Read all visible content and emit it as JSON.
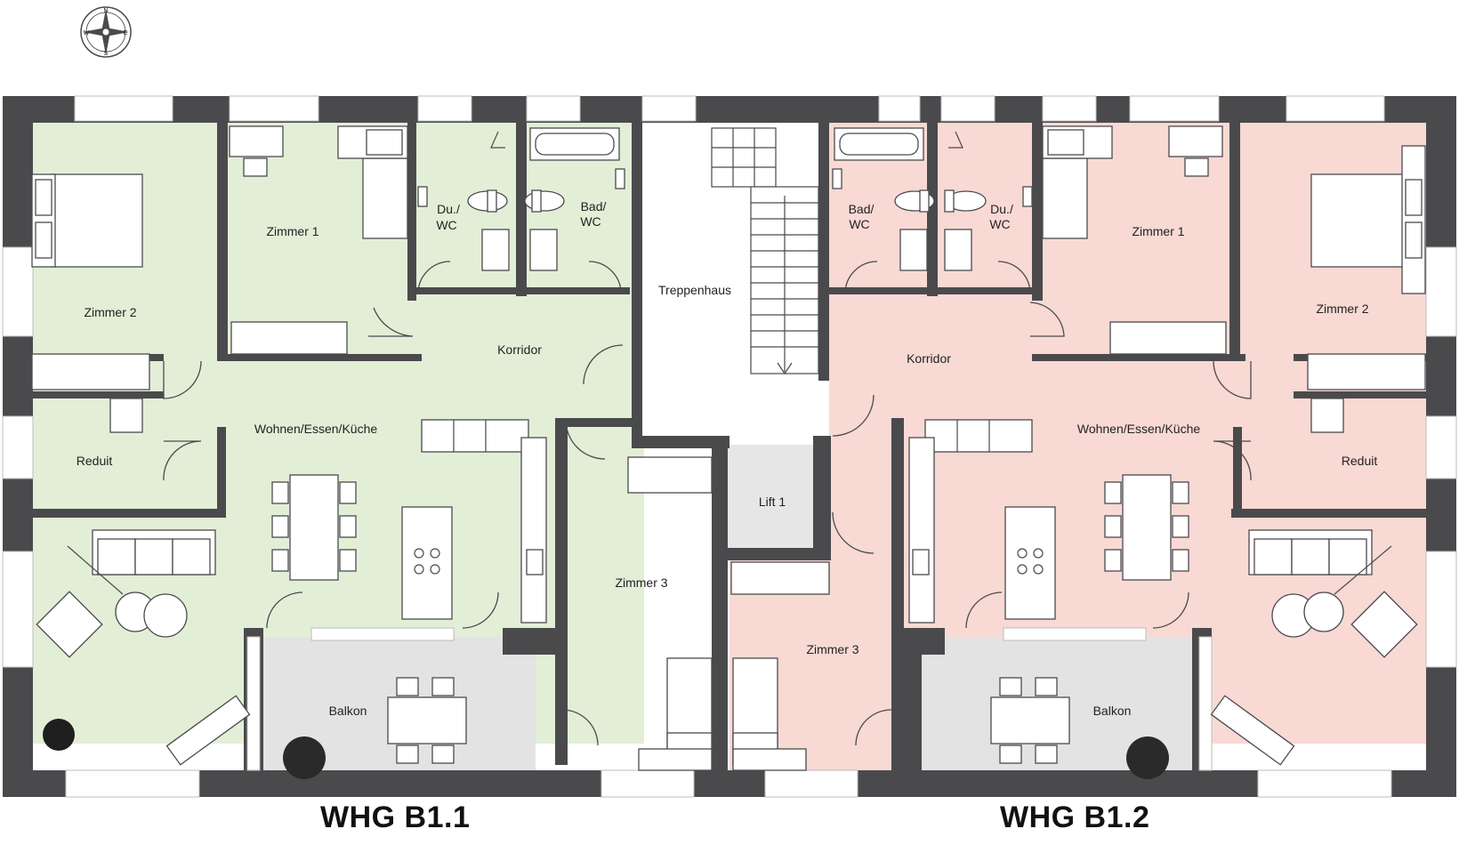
{
  "units": [
    {
      "title": "WHG B1.1",
      "color": "#e3eed7"
    },
    {
      "title": "WHG B1.2",
      "color": "#f8d9d4"
    }
  ],
  "colors": {
    "common": "#ffffff",
    "balcony": "#e3e3e3",
    "lift": "#e6e6e6",
    "wall": "#4a4a4d"
  },
  "rooms_left": {
    "zimmer2": "Zimmer 2",
    "zimmer1": "Zimmer 1",
    "duwc": [
      "Du./",
      "WC"
    ],
    "badwc": [
      "Bad/",
      "WC"
    ],
    "korridor": "Korridor",
    "wohnen": "Wohnen/Essen/Küche",
    "reduit": "Reduit",
    "balkon": "Balkon",
    "zimmer3": "Zimmer 3"
  },
  "rooms_common": {
    "treppenhaus": "Treppenhaus",
    "lift": "Lift 1"
  },
  "rooms_right": {
    "badwc": [
      "Bad/",
      "WC"
    ],
    "duwc": [
      "Du./",
      "WC"
    ],
    "zimmer1": "Zimmer 1",
    "zimmer2": "Zimmer 2",
    "korridor": "Korridor",
    "wohnen": "Wohnen/Essen/Küche",
    "reduit": "Reduit",
    "zimmer3": "Zimmer 3",
    "balkon": "Balkon"
  },
  "compass": {
    "n": "N",
    "e": "E",
    "s": "S",
    "w": "W"
  },
  "icons": [
    "compass-icon",
    "bed-icon",
    "bathtub-icon",
    "toilet-icon",
    "sink-icon",
    "cooktop-icon",
    "plant-icon",
    "sofa-icon",
    "armchair-icon",
    "floor-lamp-icon",
    "table-icon",
    "chair-icon",
    "wardrobe-icon",
    "staircase-icon",
    "desk-icon"
  ]
}
